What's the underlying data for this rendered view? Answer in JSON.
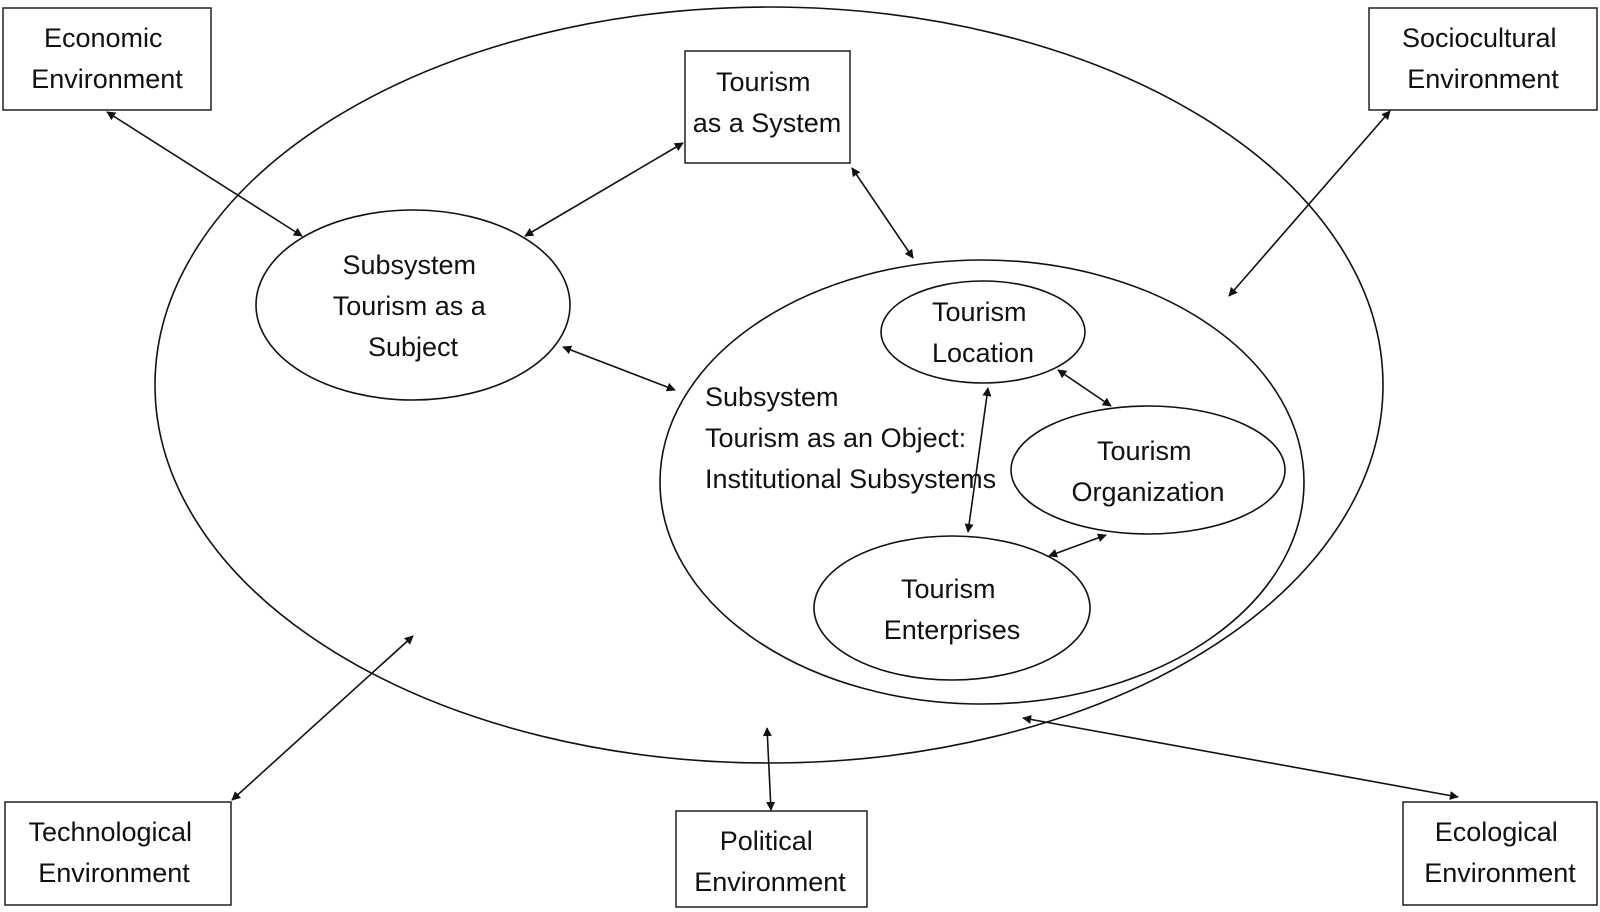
{
  "environments": {
    "economic": [
      "Economic",
      "Environment"
    ],
    "sociocultural": [
      "Sociocultural",
      "Environment"
    ],
    "technological": [
      "Technological",
      "Environment"
    ],
    "political": [
      "Political",
      "Environment"
    ],
    "ecological": [
      "Ecological",
      "Environment"
    ]
  },
  "system": {
    "tourism_as_system": [
      "Tourism",
      "as a System"
    ],
    "subject_subsystem": [
      "Subsystem",
      "Tourism as a",
      "Subject"
    ],
    "object_subsystem": [
      "Subsystem",
      "Tourism as an Object:",
      "Institutional Subsystems"
    ]
  },
  "institutions": {
    "location": [
      "Tourism",
      "Location"
    ],
    "organization": [
      "Tourism",
      "Organization"
    ],
    "enterprises": [
      "Tourism",
      "Enterprises"
    ]
  },
  "colors": {
    "stroke": "#111111",
    "background": "#ffffff"
  }
}
